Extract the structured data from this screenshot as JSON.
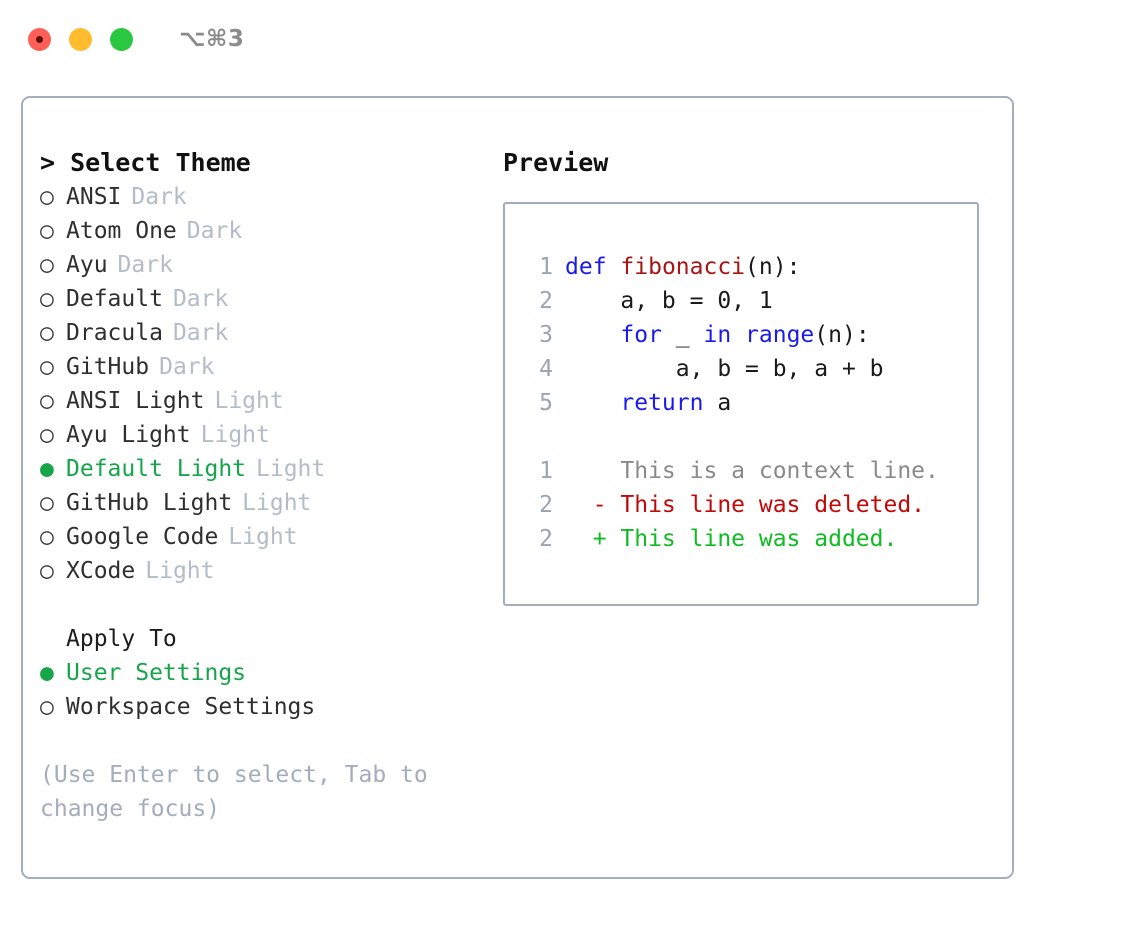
{
  "titlebar": {
    "shortcut": "⌥⌘3",
    "buttons": [
      "close",
      "minimize",
      "maximize"
    ]
  },
  "colors": {
    "accent_green": "#17a54a",
    "muted": "#b3bcc7",
    "hint": "#a3adbb",
    "border": "#a5aebb",
    "keyword": "#1a1aee",
    "function": "#a71515",
    "diff_add": "#11bb22",
    "diff_del": "#c00909",
    "lineno": "#9aa5b1",
    "dot_red": "#ff5f57",
    "dot_yellow": "#febc2e",
    "dot_green": "#2ac840"
  },
  "theme_section": {
    "heading": "> Select Theme",
    "bullet_selected": "●",
    "bullet_unselected": "○",
    "items": [
      {
        "name": "ANSI",
        "tag": "Dark",
        "selected": false
      },
      {
        "name": "Atom One",
        "tag": "Dark",
        "selected": false
      },
      {
        "name": "Ayu",
        "tag": "Dark",
        "selected": false
      },
      {
        "name": "Default",
        "tag": "Dark",
        "selected": false
      },
      {
        "name": "Dracula",
        "tag": "Dark",
        "selected": false
      },
      {
        "name": "GitHub",
        "tag": "Dark",
        "selected": false
      },
      {
        "name": "ANSI Light",
        "tag": "Light",
        "selected": false
      },
      {
        "name": "Ayu Light",
        "tag": "Light",
        "selected": false
      },
      {
        "name": "Default Light",
        "tag": "Light",
        "selected": true
      },
      {
        "name": "GitHub Light",
        "tag": "Light",
        "selected": false
      },
      {
        "name": "Google Code",
        "tag": "Light",
        "selected": false
      },
      {
        "name": "XCode",
        "tag": "Light",
        "selected": false
      }
    ]
  },
  "apply_section": {
    "heading": "Apply To",
    "items": [
      {
        "name": "User Settings",
        "selected": true
      },
      {
        "name": "Workspace Settings",
        "selected": false
      }
    ]
  },
  "hint": "(Use Enter to select, Tab to change focus)",
  "preview": {
    "label": "Preview",
    "code_lines": [
      {
        "no": "1",
        "tokens": [
          {
            "t": "def",
            "c": "kw"
          },
          {
            "t": " ",
            "c": "pl"
          },
          {
            "t": "fibonacci",
            "c": "fn"
          },
          {
            "t": "(n):",
            "c": "pl"
          }
        ]
      },
      {
        "no": "2",
        "tokens": [
          {
            "t": "    a, b = 0, 1",
            "c": "pl"
          }
        ]
      },
      {
        "no": "3",
        "tokens": [
          {
            "t": "    ",
            "c": "pl"
          },
          {
            "t": "for",
            "c": "kw"
          },
          {
            "t": " _ ",
            "c": "pl"
          },
          {
            "t": "in",
            "c": "kw"
          },
          {
            "t": " ",
            "c": "pl"
          },
          {
            "t": "range",
            "c": "kw"
          },
          {
            "t": "(n):",
            "c": "pl"
          }
        ]
      },
      {
        "no": "4",
        "tokens": [
          {
            "t": "        a, b = b, a + b",
            "c": "pl"
          }
        ]
      },
      {
        "no": "5",
        "tokens": [
          {
            "t": "    ",
            "c": "pl"
          },
          {
            "t": "return",
            "c": "kw"
          },
          {
            "t": " a",
            "c": "pl"
          }
        ]
      }
    ],
    "diff_lines": [
      {
        "no": "1",
        "marker": " ",
        "text": "This is a context line.",
        "kind": "ctx"
      },
      {
        "no": "2",
        "marker": "-",
        "text": "This line was deleted.",
        "kind": "del"
      },
      {
        "no": "2",
        "marker": "+",
        "text": "This line was added.",
        "kind": "add"
      }
    ]
  }
}
